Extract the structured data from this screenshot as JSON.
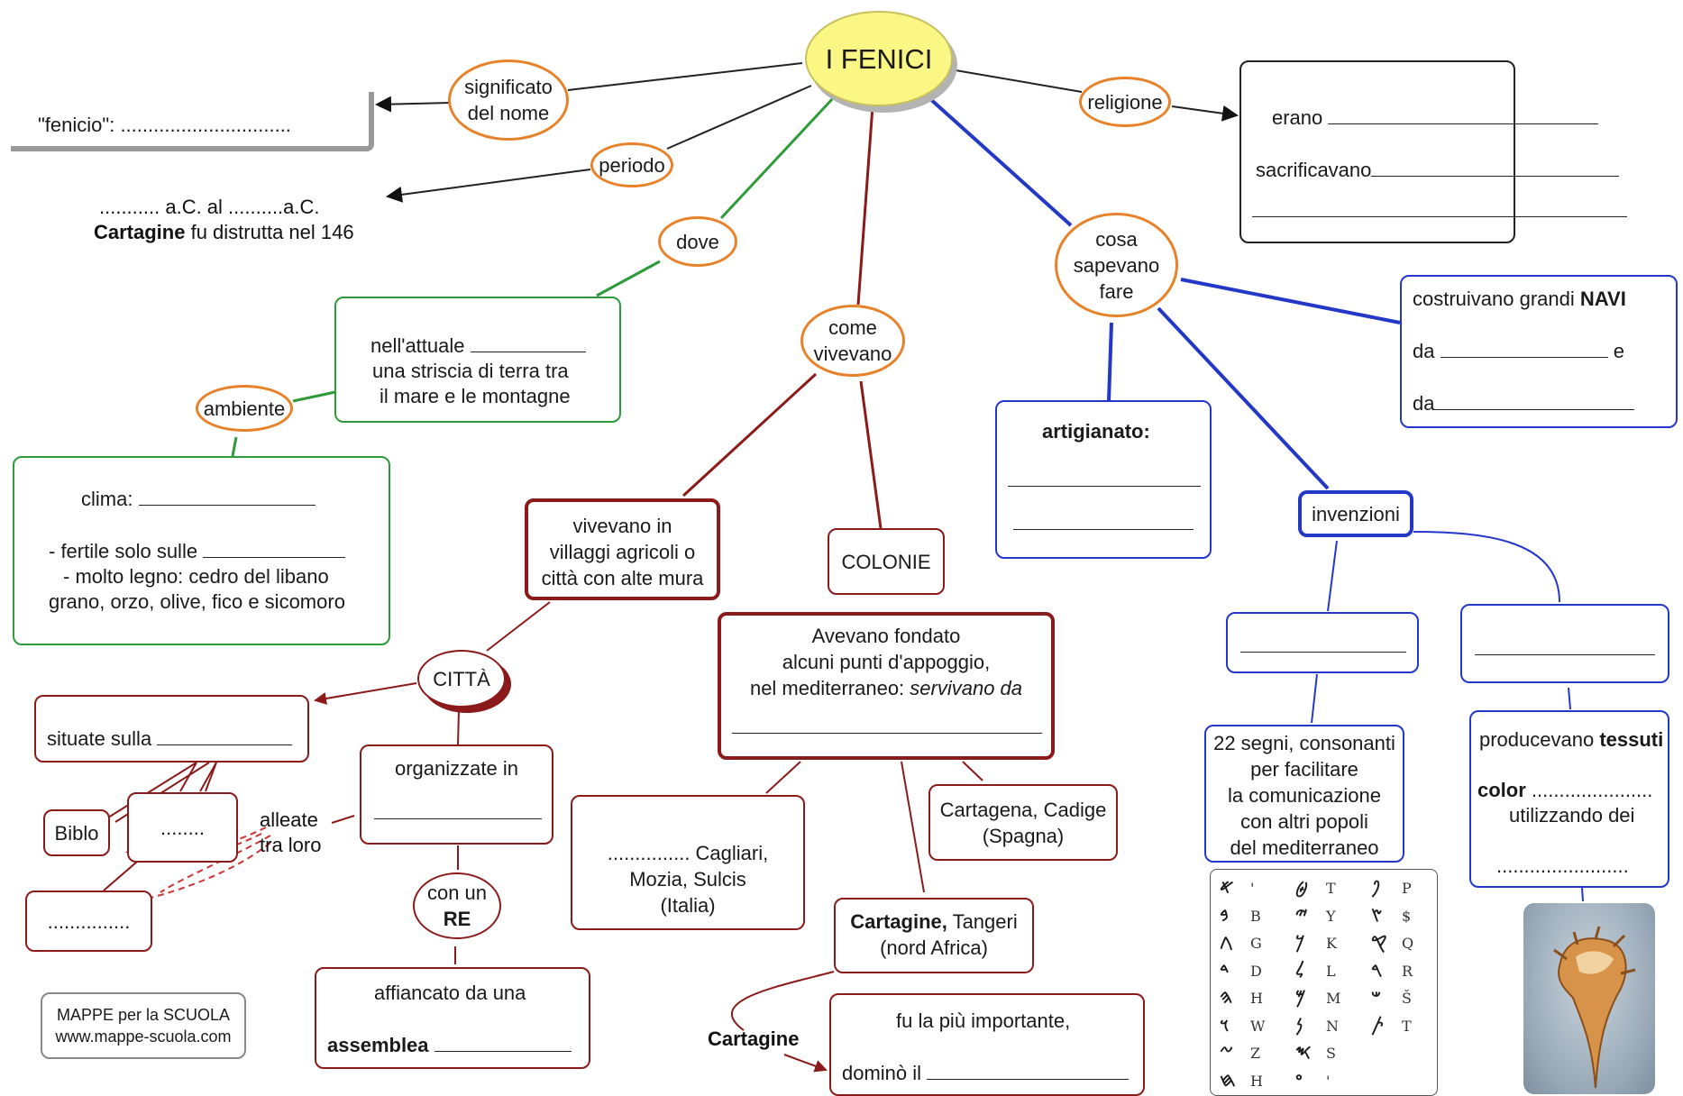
{
  "title": "I FENICI",
  "nodes": {
    "significato": {
      "l1": "significato",
      "l2": "del nome"
    },
    "fenicio": "\"fenicio\": ...............................",
    "periodo": "periodo",
    "periodo_text": {
      "l1": "........... a.C.  al ..........a.C.",
      "bold": "Cartagine",
      "rest": " fu distrutta nel 146"
    },
    "dove": "dove",
    "attuale": {
      "l1": "nell'attuale ",
      "l2": "una striscia di terra tra",
      "l3": "il mare e le montagne"
    },
    "ambiente": "ambiente",
    "clima": {
      "l1": "clima: ",
      "l2": "- fertile solo sulle ",
      "l3": "- molto legno: cedro del libano",
      "l4": "grano, orzo, olive, fico e sicomoro"
    },
    "religione": "religione",
    "religione_box": {
      "erano": "erano ",
      "sacrificavano": "sacrificavano"
    },
    "cosa": {
      "l1": "cosa",
      "l2": "sapevano",
      "l3": "fare"
    },
    "navi": {
      "l1a": "costruivano grandi ",
      "l1b": "NAVI",
      "l2a": "da ",
      "l2b": " e",
      "l3": "da"
    },
    "artigianato": "artigianato:",
    "invenzioni": "invenzioni",
    "segni": {
      "l1": "22 segni, consonanti",
      "l2": "per facilitare",
      "l3": "la comunicazione",
      "l4": "con altri popoli",
      "l5": "del mediterraneo"
    },
    "tessuti": {
      "l1a": "producevano ",
      "l1b": "tessuti",
      "l2a": "color",
      "l2b": " ......................",
      "l3": "utilizzando dei",
      "l4": "........................"
    },
    "come": {
      "l1": "come",
      "l2": "vivevano"
    },
    "villaggi": {
      "l1": "vivevano in",
      "l2": "villaggi agricoli o",
      "l3": "città con alte mura"
    },
    "colonie": "COLONIE",
    "fondato": {
      "l1": "Avevano fondato",
      "l2": "alcuni punti d'appoggio,",
      "l3a": "nel mediterraneo: ",
      "l3b": "servivano da"
    },
    "citta": "CITTÀ",
    "situate": "situate sulla ",
    "organizzate": "organizzate in",
    "biblo": "Biblo",
    "dots1": "........",
    "dots2": "...............",
    "alleate": {
      "l1": "alleate",
      "l2": "tra loro"
    },
    "re": {
      "l1": "con un",
      "l2": "RE"
    },
    "assemblea": {
      "l1": "affiancato da una",
      "l2": "assemblea"
    },
    "italia": {
      "l1": "............... Cagliari,",
      "l2": "Mozia, Sulcis",
      "l3": "(Italia)"
    },
    "spagna": {
      "l1": "Cartagena, Cadige",
      "l2": "(Spagna)"
    },
    "africa": {
      "l1a": "Cartagine,",
      "l1b": " Tangeri",
      "l2": "(nord Africa)"
    },
    "cartagine_label": "Cartagine",
    "importante": {
      "l1": "fu la più importante,",
      "l2": "dominò il "
    },
    "footer": {
      "l1": "MAPPE per la SCUOLA",
      "l2": "www.mappe-scuola.com"
    }
  },
  "alphabet": [
    {
      "g": "𐤀",
      "l": "'"
    },
    {
      "g": "𐤈",
      "l": "T"
    },
    {
      "g": "𐤐",
      "l": "P"
    },
    {
      "g": "𐤁",
      "l": "B"
    },
    {
      "g": "𐤉",
      "l": "Y"
    },
    {
      "g": "𐤑",
      "l": "$"
    },
    {
      "g": "𐤂",
      "l": "G"
    },
    {
      "g": "𐤊",
      "l": "K"
    },
    {
      "g": "𐤒",
      "l": "Q"
    },
    {
      "g": "𐤃",
      "l": "D"
    },
    {
      "g": "𐤋",
      "l": "L"
    },
    {
      "g": "𐤓",
      "l": "R"
    },
    {
      "g": "𐤄",
      "l": "H"
    },
    {
      "g": "𐤌",
      "l": "M"
    },
    {
      "g": "𐤔",
      "l": "Š"
    },
    {
      "g": "𐤅",
      "l": "W"
    },
    {
      "g": "𐤍",
      "l": "N"
    },
    {
      "g": "𐤕",
      "l": "T"
    },
    {
      "g": "𐤆",
      "l": "Z"
    },
    {
      "g": "𐤎",
      "l": "S"
    },
    {
      "g": "",
      "l": ""
    },
    {
      "g": "𐤇",
      "l": "H"
    },
    {
      "g": "𐤏",
      "l": "'"
    },
    {
      "g": "",
      "l": ""
    }
  ],
  "colors": {
    "orange": "#e8822a",
    "green": "#2e9a3a",
    "red": "#8b1a1a",
    "blue": "#2438c8",
    "title_fill": "#fbf784"
  },
  "icons": {
    "shell": "murex-shell-image"
  }
}
